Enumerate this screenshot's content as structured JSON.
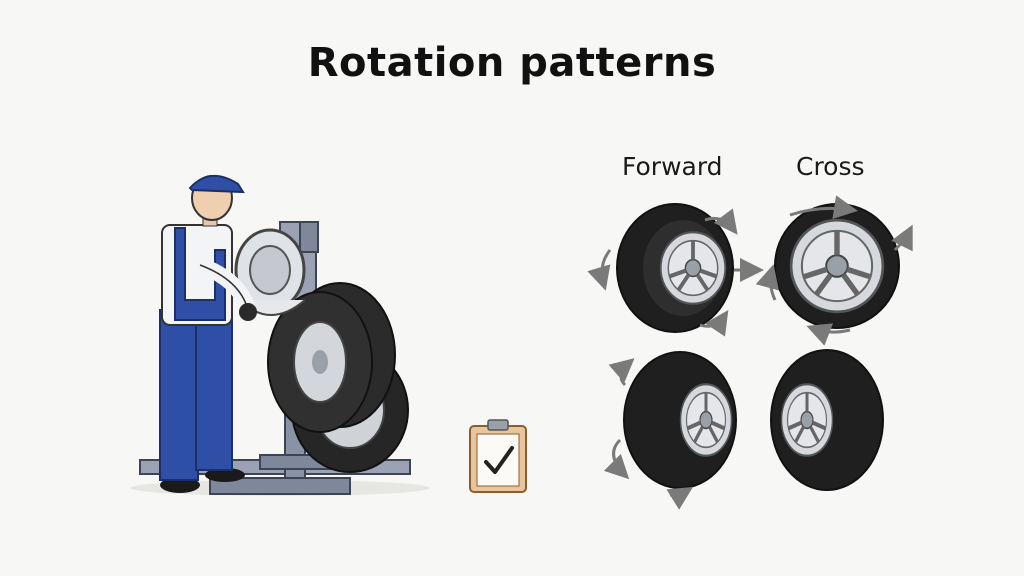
{
  "title": "Rotation patterns",
  "patterns": {
    "forward_label": "Forward",
    "cross_label": "Cross"
  },
  "colors": {
    "background": "#f7f7f5",
    "overalls": "#2f4fa6",
    "tire": "#1f1f1f",
    "rim": "#c8cbd0",
    "machine": "#8a93a6",
    "clipboard": "#c9965c",
    "arrow": "#7a7a7a"
  },
  "icons": [
    "mechanic-figure",
    "tire-changer-machine",
    "clipboard-check-icon",
    "tire-icon",
    "rotation-arrow-icon"
  ]
}
